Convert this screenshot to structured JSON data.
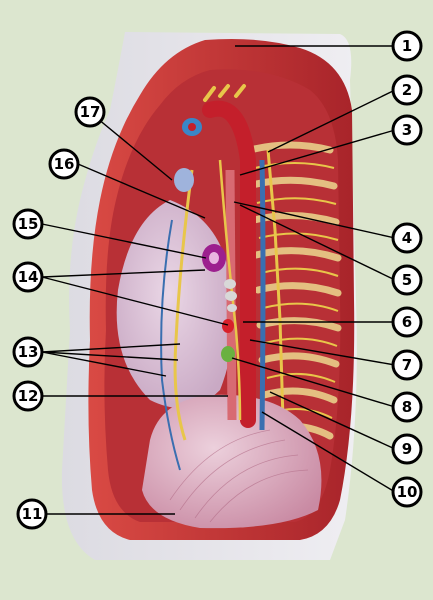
{
  "colors": {
    "background": "#dce6cf",
    "torso": "#e8e4ec",
    "muscle": "#c8323a",
    "lung": "#d9c2d6",
    "diaphragm": "#d7a3b8",
    "aorta": "#c0202a",
    "nerve": "#e6c84a",
    "vein": "#3a6fb0",
    "callout": "#000000"
  },
  "callouts": [
    {
      "id": "1",
      "label": "1"
    },
    {
      "id": "2",
      "label": "2"
    },
    {
      "id": "3",
      "label": "3"
    },
    {
      "id": "4",
      "label": "4"
    },
    {
      "id": "5",
      "label": "5"
    },
    {
      "id": "6",
      "label": "6"
    },
    {
      "id": "7",
      "label": "7"
    },
    {
      "id": "8",
      "label": "8"
    },
    {
      "id": "9",
      "label": "9"
    },
    {
      "id": "10",
      "label": "10"
    },
    {
      "id": "11",
      "label": "11"
    },
    {
      "id": "12",
      "label": "12"
    },
    {
      "id": "13",
      "label": "13"
    },
    {
      "id": "14",
      "label": "14"
    },
    {
      "id": "15",
      "label": "15"
    },
    {
      "id": "16",
      "label": "16"
    },
    {
      "id": "17",
      "label": "17"
    }
  ]
}
